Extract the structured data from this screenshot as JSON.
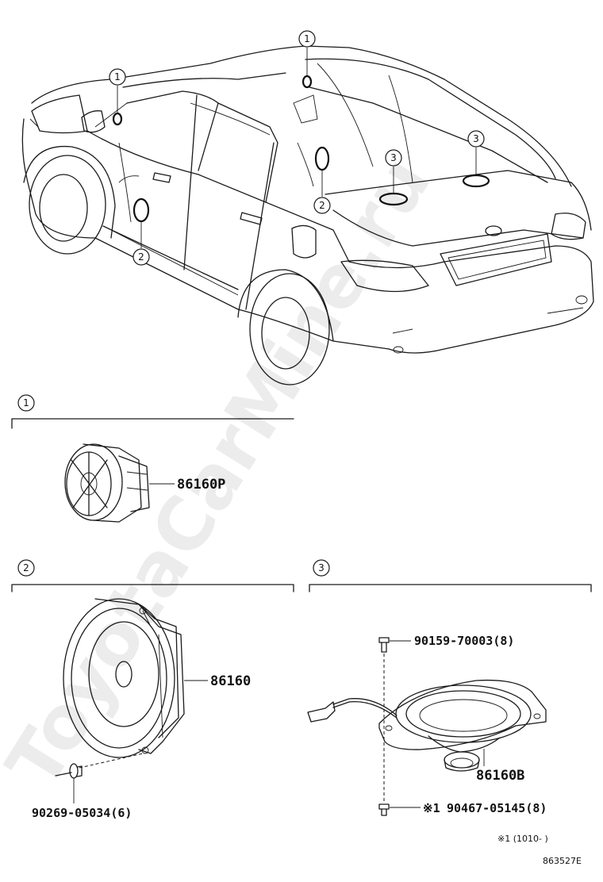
{
  "callouts": {
    "c1": "1",
    "c2": "2",
    "c3": "3"
  },
  "parts": {
    "tweeter": "86160P",
    "front_speaker": "86160",
    "rear_speaker": "86160B",
    "grommet": "90269-05034(6)",
    "screw_top": "90159-70003(8)",
    "screw_bottom": "90467-05145(8)",
    "screw_bottom_mark": "※1"
  },
  "footnote": "※1 (1010-     )",
  "diagram_code": "863527E",
  "watermark": "ToyotaCarMine.ru"
}
